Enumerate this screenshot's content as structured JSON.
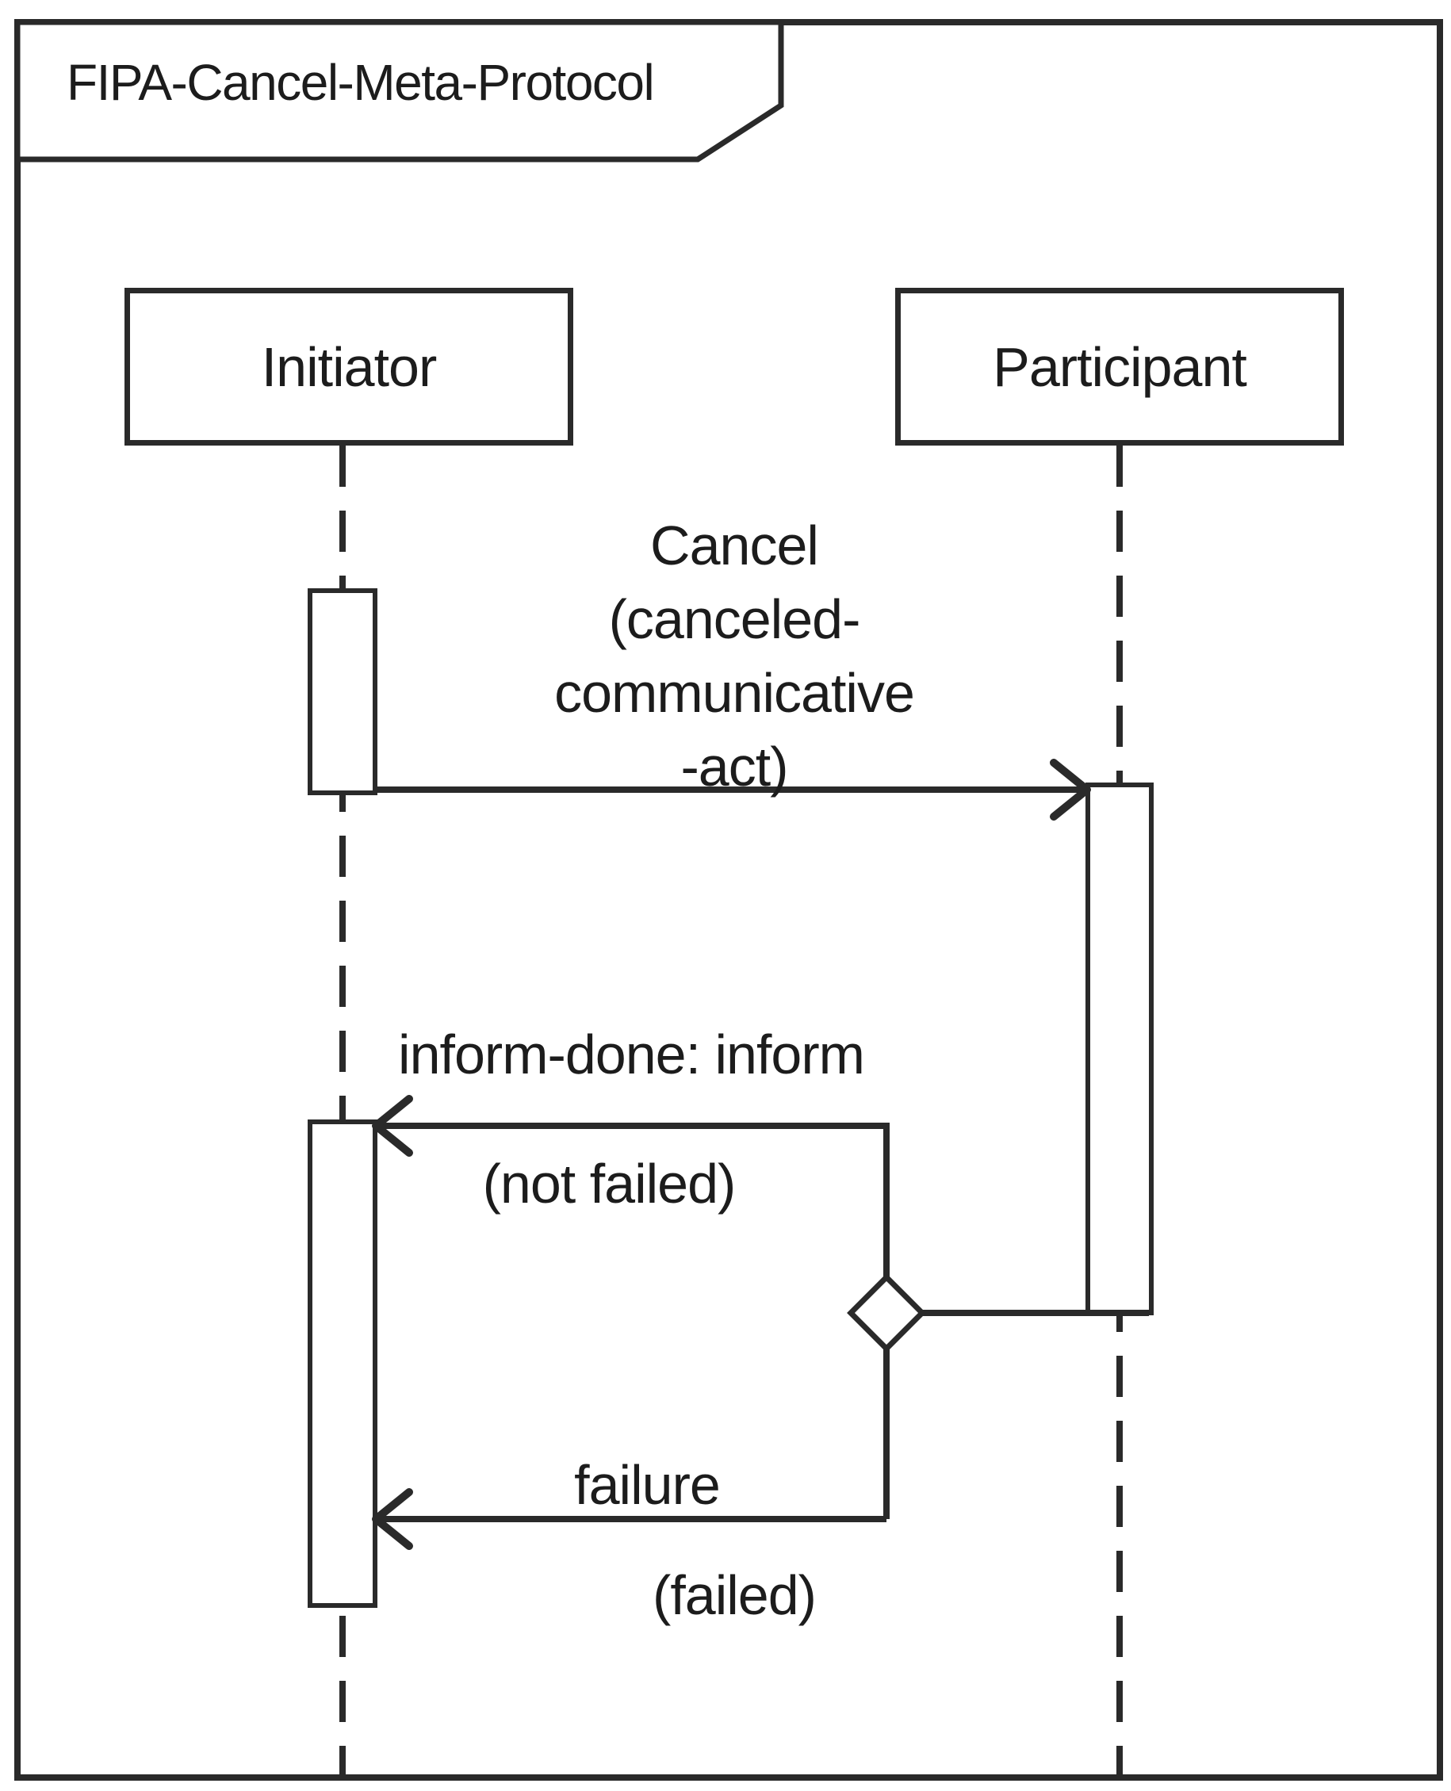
{
  "diagram": {
    "title": "FIPA-Cancel-Meta-Protocol",
    "lifelines": [
      {
        "label": "Initiator"
      },
      {
        "label": "Participant"
      }
    ],
    "messages": [
      {
        "label": "Cancel\n(canceled-\ncommunicative\n-act)",
        "direction": "right",
        "from": "Initiator",
        "to": "Participant"
      },
      {
        "label": "inform-done: inform",
        "guard": "(not failed)",
        "direction": "left",
        "from": "Participant",
        "to": "Initiator"
      },
      {
        "label": "failure",
        "guard": "(failed)",
        "direction": "left",
        "from": "Participant",
        "to": "Initiator"
      }
    ],
    "colors": {
      "stroke": "#2a2a2a",
      "text": "#1c1c1c",
      "background": "#ffffff"
    }
  }
}
